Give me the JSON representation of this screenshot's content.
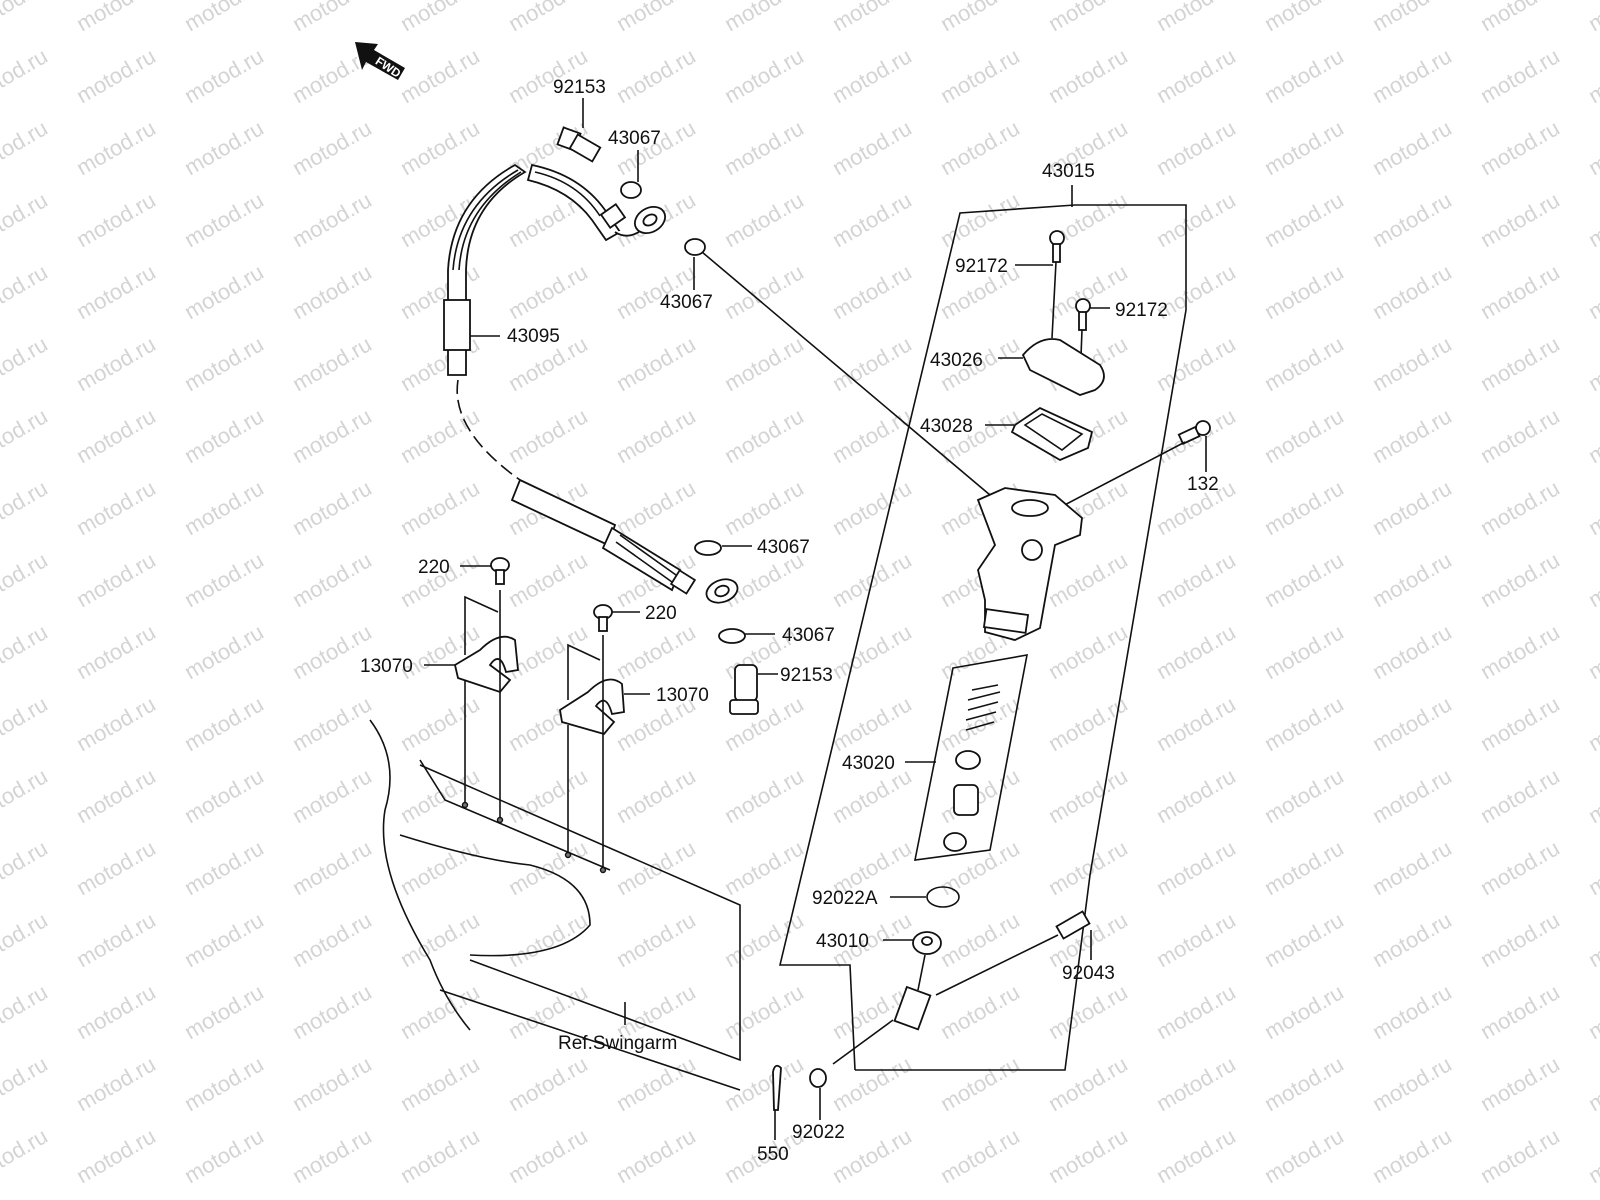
{
  "diagram": {
    "fwd_label": "FWD",
    "watermark": "motod.ru",
    "ref_label": "Ref.Swingarm",
    "parts": {
      "banjo_bolt_top": "92153",
      "washer_top_a": "43067",
      "washer_top_b": "43067",
      "brake_hose": "43095",
      "master_cylinder_assy": "43015",
      "cap_screw_a": "92172",
      "cap_screw_b": "92172",
      "reservoir_cap": "43026",
      "diaphragm": "43028",
      "mounting_bolt": "132",
      "washer_mid_a": "43067",
      "washer_mid_b": "43067",
      "banjo_bolt_bottom": "92153",
      "clamp_screw_a": "220",
      "clamp_screw_b": "220",
      "hose_clamp_a": "13070",
      "hose_clamp_b": "13070",
      "piston_kit": "43020",
      "circlip": "92022A",
      "push_rod": "43010",
      "pin": "92043",
      "washer_bottom": "92022",
      "cotter_pin": "550"
    }
  }
}
